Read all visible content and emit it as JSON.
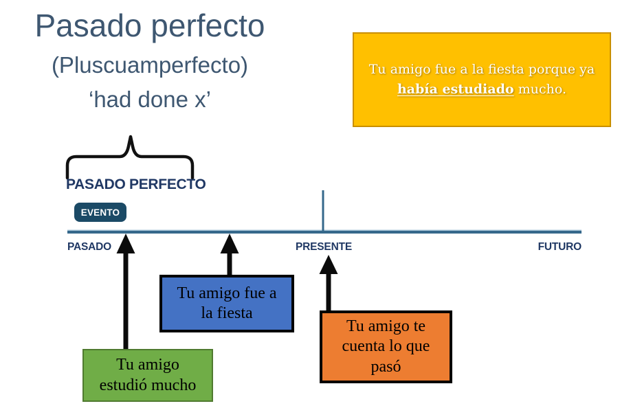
{
  "slide": {
    "title": {
      "heading": "Pasado perfecto",
      "subheading": "(Pluscuamperfecto)",
      "translation": "‘had done x’"
    },
    "example_box": {
      "line1": "Tu amigo fue a la fiesta porque ya",
      "line2_highlight": "había estudiado",
      "line2_suffix": " mucho.",
      "bg_color": "#FFC000",
      "border_color": "#C98F00",
      "text_color": "#FFFFFF"
    },
    "bracket": {
      "label": "PASADO PERFECTO",
      "badge": "EVENTO",
      "badge_bg": "#1B4A66",
      "label_color": "#203864"
    },
    "timeline": {
      "labels": [
        "PASADO",
        "PRESENTE",
        "FUTURO"
      ],
      "line_color": "#35688B",
      "label_color": "#203864"
    },
    "events": [
      {
        "text": "Tu amigo estudió mucho",
        "lines": [
          "Tu amigo",
          "estudió mucho"
        ],
        "bg_color": "#70AD47",
        "border_color": "#4F7A2F"
      },
      {
        "text": "Tu amigo fue a la fiesta",
        "lines": [
          "Tu amigo fue a",
          "la fiesta"
        ],
        "bg_color": "#4472C4",
        "border_color": "#000000"
      },
      {
        "text": "Tu amigo te cuenta lo que pasó",
        "lines": [
          "Tu amigo te",
          "cuenta lo que",
          "pasó"
        ],
        "bg_color": "#ED7D31",
        "border_color": "#000000"
      }
    ]
  }
}
